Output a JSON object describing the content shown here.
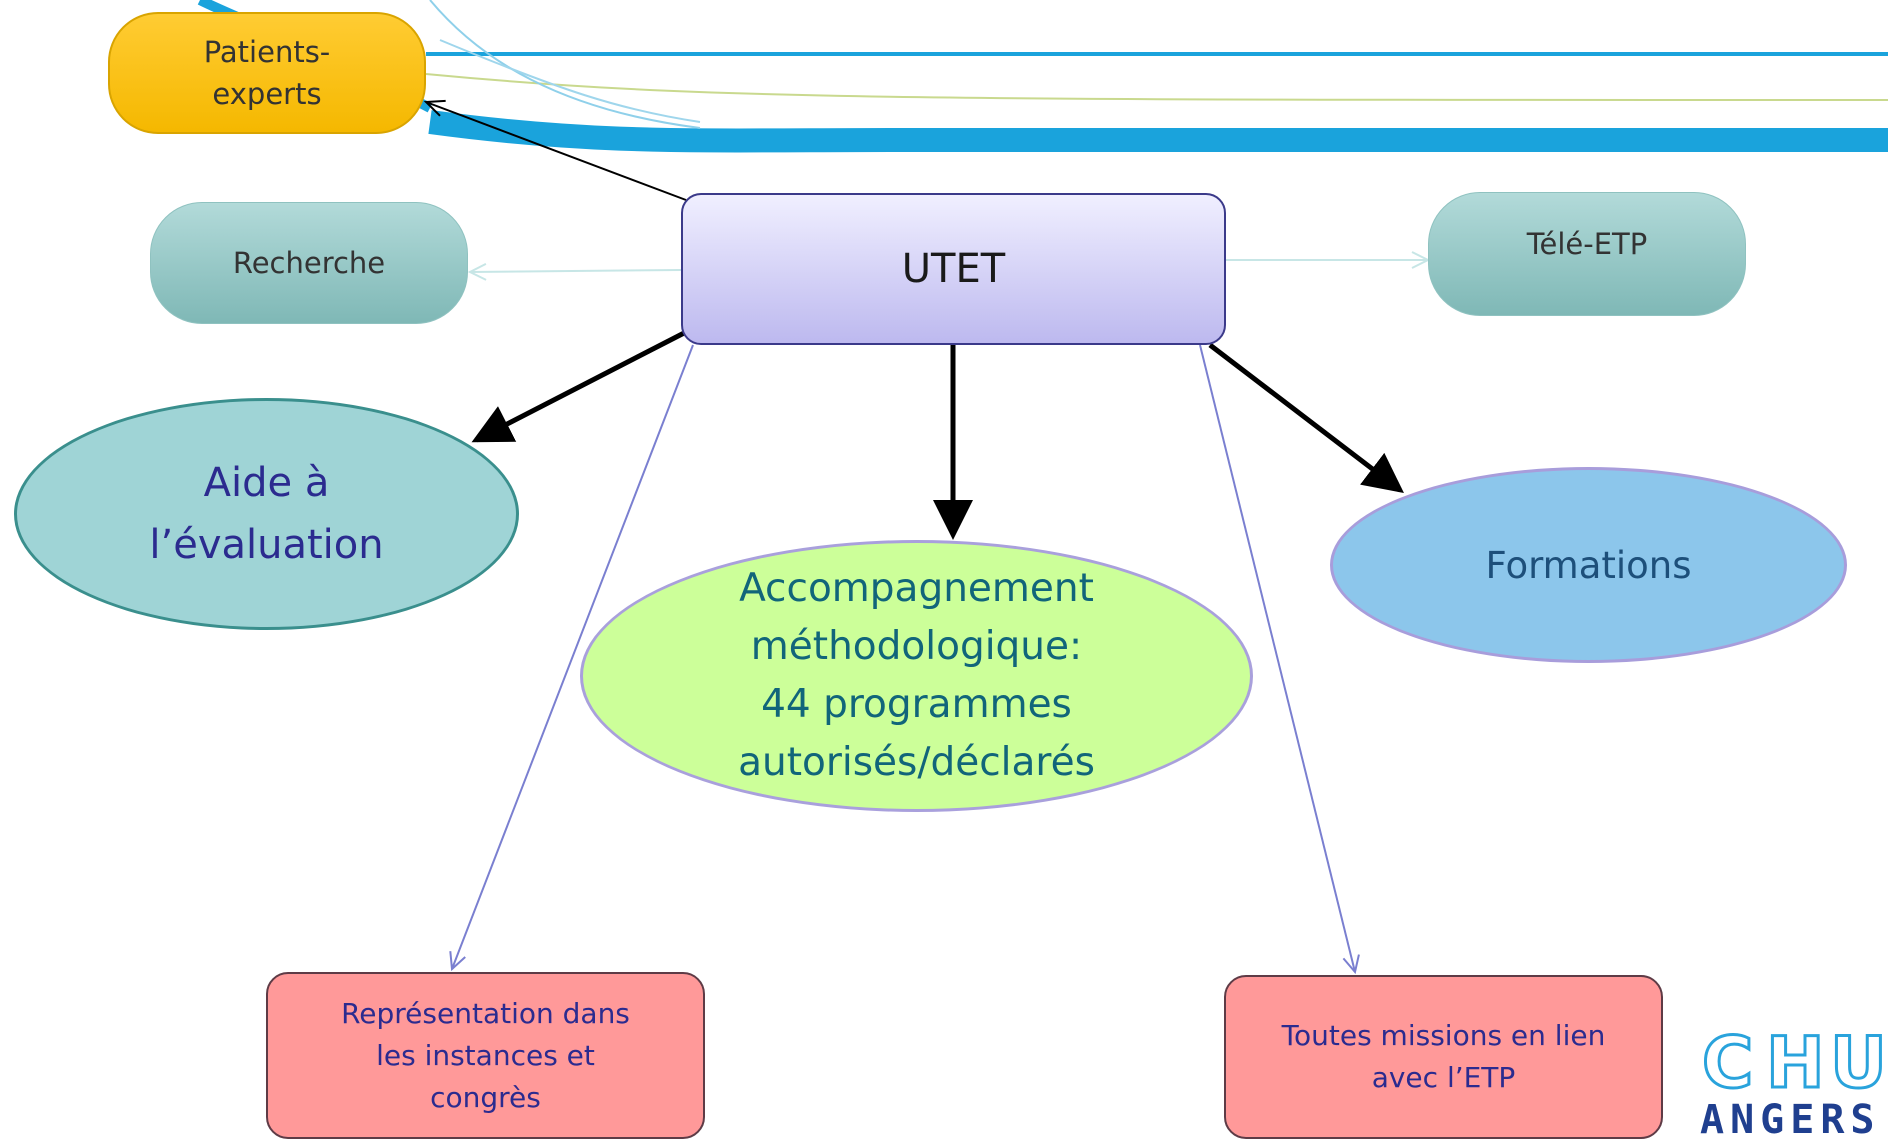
{
  "diagram": {
    "nodes": {
      "patients_experts": "Patients-\nexperts",
      "recherche": "Recherche",
      "utet": "UTET",
      "tele_etp": "Télé-ETP",
      "aide_evaluation": "Aide à\nl’évaluation",
      "accompagnement": "Accompagnement\nméthodologique:\n44 programmes\nautorisés/déclarés",
      "formations": "Formations",
      "representation": "Représentation dans\nles instances et\ncongrès",
      "toutes_missions": "Toutes missions en lien\navec l’ETP"
    },
    "edges": [
      {
        "from": "utet",
        "to": "patients_experts"
      },
      {
        "from": "utet",
        "to": "recherche"
      },
      {
        "from": "utet",
        "to": "tele_etp"
      },
      {
        "from": "utet",
        "to": "aide_evaluation"
      },
      {
        "from": "utet",
        "to": "accompagnement"
      },
      {
        "from": "utet",
        "to": "formations"
      },
      {
        "from": "utet",
        "to": "representation"
      },
      {
        "from": "utet",
        "to": "toutes_missions"
      }
    ]
  },
  "logo": {
    "letters": [
      "C",
      "H",
      "U"
    ],
    "subtext": "ANGERS"
  },
  "colors": {
    "banner_blue": "#1aa3dc",
    "patients_fill": "#ffc000",
    "utet_fill": "#cfccf5",
    "aide_fill": "#9fd4d6",
    "accompagnement_fill": "#ccff99",
    "formations_fill": "#8cc6eb",
    "box_pink": "#ff9999"
  }
}
